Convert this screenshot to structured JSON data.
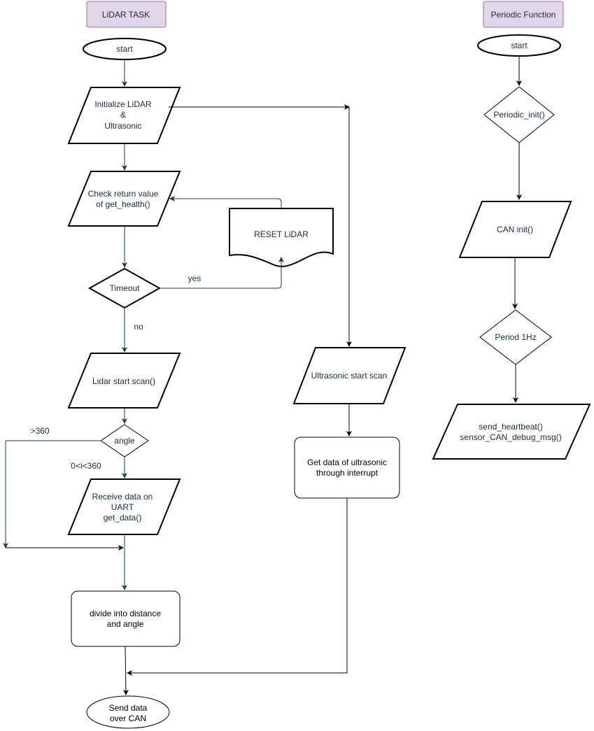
{
  "lidar": {
    "header": "LiDAR TASK",
    "start": "start",
    "init": [
      "Initialize LiDAR",
      "&",
      "Ultrasonic"
    ],
    "check": [
      "Check return value",
      "of get_health()"
    ],
    "reset": "RESET LiDAR",
    "timeout": "Timeout",
    "yes": "yes",
    "no": "no",
    "scan": "Lidar start scan()",
    "angle": "angle",
    "gt360": ">360",
    "range": "0<i<360",
    "receive": [
      "Receive data on",
      "UART",
      "get_data()"
    ],
    "divide": [
      "divide into distance",
      "and angle"
    ],
    "send": [
      "Send data",
      "over CAN"
    ]
  },
  "ultrasonic": {
    "scan": "Ultrasonic start scan",
    "data": [
      "Get data of ultrasonic",
      "through interrupt"
    ]
  },
  "periodic": {
    "header": "Periodic Function",
    "start": "start",
    "init": "Periodic_init()",
    "can": "CAN init()",
    "period": "Period 1Hz",
    "send": [
      "send_heartbeat()",
      "sensor_CAN_debug_msg()"
    ]
  }
}
